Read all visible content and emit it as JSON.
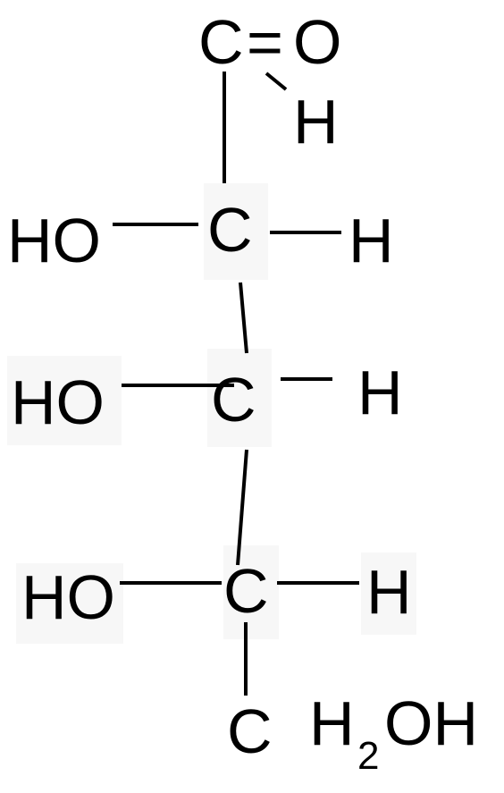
{
  "molecule": {
    "aldehyde": {
      "carbon": "C",
      "double_bond": "=",
      "oxygen": "O",
      "hydrogen": "H"
    },
    "row1": {
      "left": "HO",
      "center": "C",
      "right": "H"
    },
    "row2": {
      "left": "HO",
      "center": "C",
      "right": "H"
    },
    "row3": {
      "left": "HO",
      "center": "C",
      "right": "H"
    },
    "bottom": {
      "carbon": "C",
      "group_main": "H",
      "group_subscript": "2",
      "group_tail": "OH"
    }
  }
}
